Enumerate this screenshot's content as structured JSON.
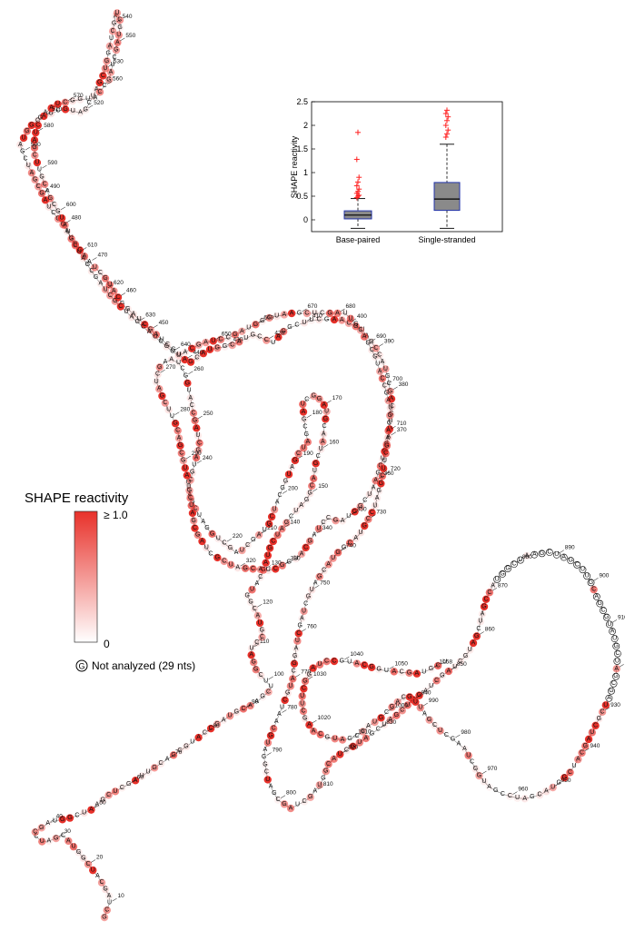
{
  "legend": {
    "title": "SHAPE reactivity",
    "max_label": "≥ 1.0",
    "min_label": "0",
    "na_glyph": "G",
    "na_label": "Not analyzed (29 nts)",
    "colors": {
      "high": "#e8312a",
      "low": "#ffffff",
      "na_ring": "#000000"
    }
  },
  "inset_chart": {
    "type": "box",
    "ylabel": "SHAPE reactivity",
    "ylim": [
      -0.25,
      2.5
    ],
    "yticks": [
      "0",
      "0.5",
      "1",
      "1.5",
      "2",
      "2.5"
    ],
    "categories": [
      "Base-paired",
      "Single-stranded"
    ],
    "colors": {
      "box_fill": "#8a8a8a",
      "box_edge": "#2233aa",
      "median": "#000000",
      "whisker": "#000000",
      "outlier": "#ff2020"
    }
  },
  "chart_data": {
    "type": "box",
    "title": "",
    "xlabel": "",
    "ylabel": "SHAPE reactivity",
    "ylim": [
      -0.25,
      2.5
    ],
    "grid": false,
    "categories": [
      "Base-paired",
      "Single-stranded"
    ],
    "boxes": [
      {
        "name": "Base-paired",
        "whisker_low": -0.18,
        "q1": 0.02,
        "median": 0.1,
        "q3": 0.19,
        "whisker_high": 0.45,
        "outliers": [
          0.47,
          0.5,
          0.52,
          0.56,
          0.6,
          0.65,
          0.72,
          0.8,
          0.9,
          1.28,
          1.85
        ]
      },
      {
        "name": "Single-stranded",
        "whisker_low": -0.18,
        "q1": 0.2,
        "median": 0.44,
        "q3": 0.79,
        "whisker_high": 1.6,
        "outliers": [
          1.75,
          1.82,
          1.9,
          2.0,
          2.1,
          2.18,
          2.25,
          2.32
        ]
      }
    ]
  },
  "structure": {
    "position_labels": [
      "10",
      "20",
      "30",
      "40",
      "50",
      "60",
      "70",
      "80",
      "90",
      "100",
      "110",
      "120",
      "130",
      "140",
      "150",
      "160",
      "170",
      "180",
      "190",
      "200",
      "210",
      "220",
      "230",
      "240",
      "250",
      "260",
      "270",
      "280",
      "290",
      "300",
      "310",
      "320",
      "330",
      "340",
      "350",
      "360",
      "370",
      "380",
      "390",
      "400",
      "410",
      "420",
      "430",
      "440",
      "450",
      "460",
      "470",
      "480",
      "490",
      "500",
      "510",
      "520",
      "530",
      "540",
      "550",
      "560",
      "570",
      "580",
      "590",
      "600",
      "610",
      "620",
      "630",
      "640",
      "650",
      "660",
      "670",
      "680",
      "690",
      "700",
      "710",
      "720",
      "730",
      "740",
      "750",
      "760",
      "770",
      "780",
      "790",
      "800",
      "810",
      "820",
      "830",
      "840",
      "850",
      "860",
      "870",
      "880",
      "890",
      "900",
      "910",
      "920",
      "930",
      "940",
      "950",
      "960",
      "970",
      "980",
      "990",
      "1000",
      "1010",
      "1020",
      "1030",
      "1040",
      "1050",
      "1058"
    ],
    "sequence": "GCUAGCAUCGGUACGAUCCGAUGGCUAAGCUCGAUUGCAGCGUACCGAUGCAAGCUUCGGAUCCGUACGGUACGAUGCUAGCUAGGCAUGCUAACGUAGGCUAGCGAUCGAUGGCAUCGUAGCUAGCUGGAUCGAUCGUAGCUAGCCAUGGCUAAGCUAGCUUGCAGCGUAUGCUAGCGAUC"
  }
}
